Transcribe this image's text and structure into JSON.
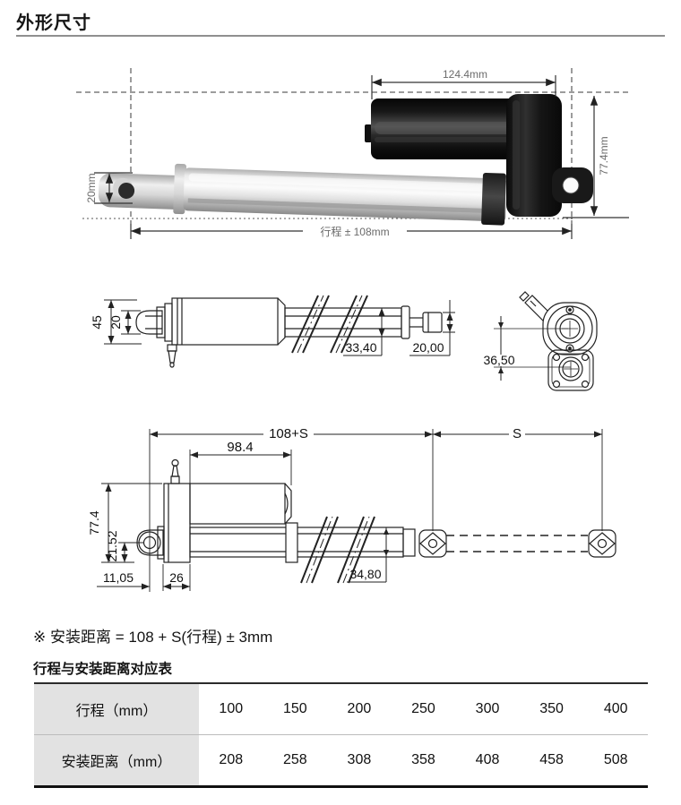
{
  "page": {
    "title": "外形尺寸"
  },
  "colors": {
    "drawing_line": "#222222",
    "photo_dim_text": "#6b6b6b",
    "table_label_bg": "#e2e2e2",
    "table_bottom_border": "#111111"
  },
  "photo_view": {
    "dim_top": "124.4mm",
    "dim_right": "77.4mm",
    "dim_rod": "20mm",
    "dim_bottom": "行程 ± 108mm"
  },
  "side_view": {
    "dim_height": "45",
    "dim_rod": "20",
    "dim_tube": "33,40",
    "dim_rod_dia": "20,00",
    "dim_holes": "36,50"
  },
  "install_view": {
    "dim_total": "108+S",
    "dim_body": "98.4",
    "dim_stroke": "S",
    "dim_height": "77.4",
    "dim_pivot": "21.52",
    "dim_rear": "11,05",
    "dim_block": "26",
    "dim_tube": "34,80"
  },
  "note": "※ 安装距离 = 108 + S(行程) ± 3mm",
  "table": {
    "title": "行程与安装距离对应表",
    "row1": {
      "label": "行程（mm）",
      "values": [
        "100",
        "150",
        "200",
        "250",
        "300",
        "350",
        "400"
      ]
    },
    "row2": {
      "label": "安装距离（mm）",
      "values": [
        "208",
        "258",
        "308",
        "358",
        "408",
        "458",
        "508"
      ]
    }
  }
}
